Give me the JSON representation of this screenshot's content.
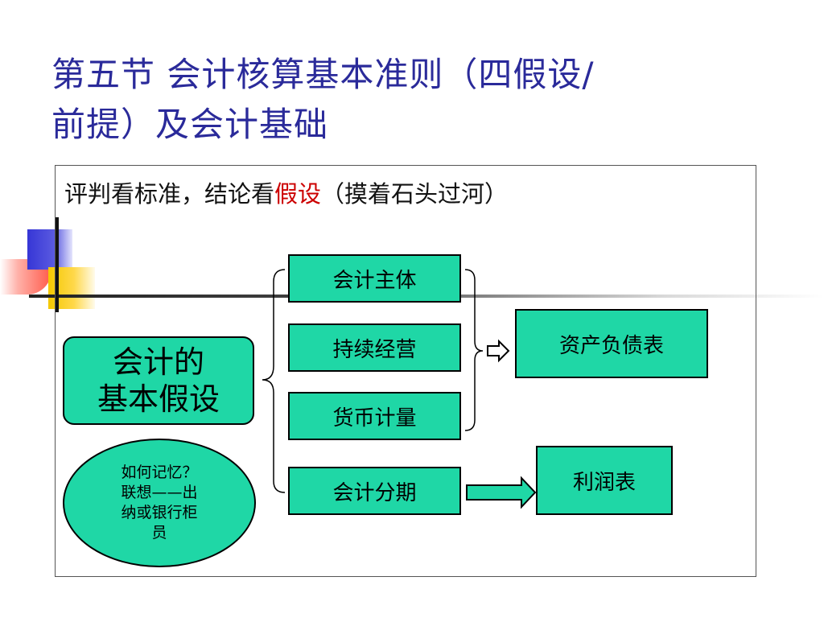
{
  "title": {
    "line1": "第五节  会计核算基本准则（四假设/",
    "line2": "前提）及会计基础"
  },
  "intro": {
    "before": "评判看标准，结论看",
    "highlight": "假设",
    "after": "（摸着石头过河）"
  },
  "main_node": {
    "line1": "会计的",
    "line2": "基本假设"
  },
  "assumptions": {
    "entity": "会计主体",
    "going_concern": "持续经营",
    "monetary": "货币计量",
    "period": "会计分期"
  },
  "outputs": {
    "balance_sheet": "资产负债表",
    "income_statement": "利润表"
  },
  "memory": {
    "line1": "如何记忆？",
    "line2": "联想——出",
    "line3": "纳或银行柜",
    "line4": "员"
  },
  "colors": {
    "title": "#2a2a9a",
    "box_fill": "#1fd7a6",
    "highlight": "#cc0000"
  }
}
